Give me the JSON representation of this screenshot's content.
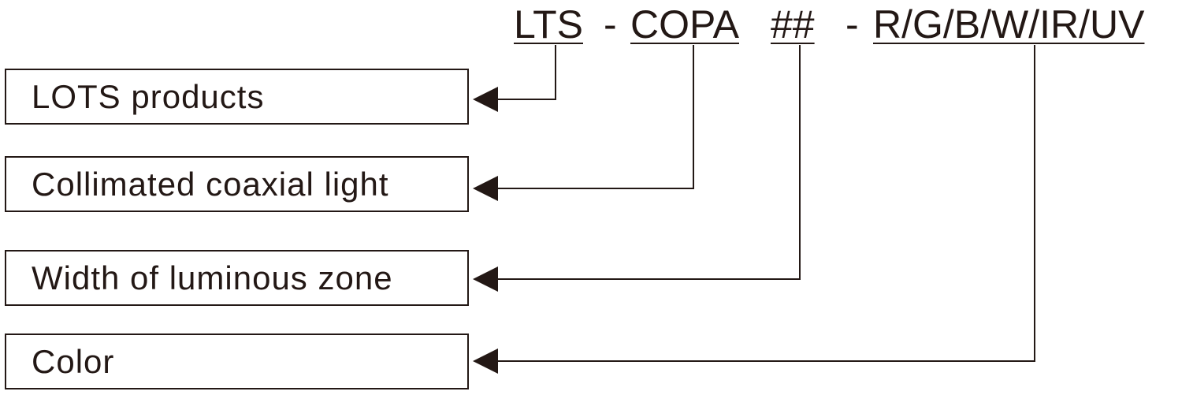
{
  "code": {
    "prefix": "LTS",
    "sep1": "-",
    "series": "COPA",
    "width": "##",
    "sep2": "-",
    "color": "R/G/B/W/IR/UV"
  },
  "labels": {
    "lots": "LOTS products",
    "collimated": "Collimated coaxial light",
    "width": "Width of luminous zone",
    "color": "Color"
  },
  "colors": {
    "ink": "#231815"
  }
}
